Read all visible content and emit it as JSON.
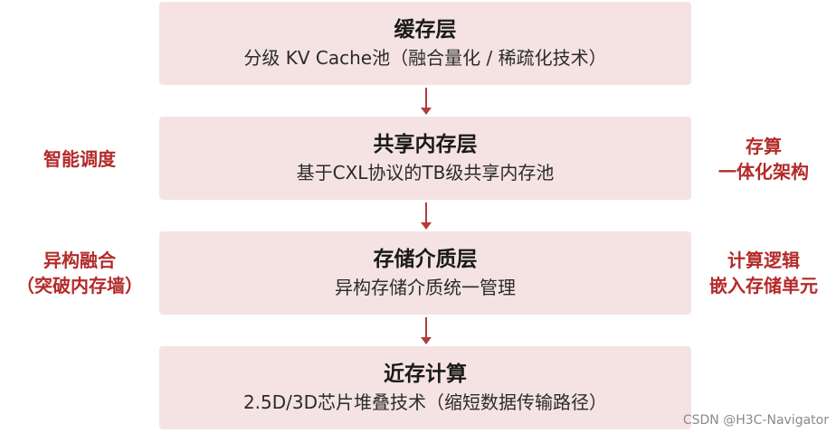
{
  "layers": [
    {
      "title": "缓存层",
      "desc": "分级 KV Cache池（融合量化 / 稀疏化技术）"
    },
    {
      "title": "共享内存层",
      "desc": "基于CXL协议的TB级共享内存池"
    },
    {
      "title": "存储介质层",
      "desc": "异构存储介质统一管理"
    },
    {
      "title": "近存计算",
      "desc": "2.5D/3D芯片堆叠技术（缩短数据传输路径）"
    }
  ],
  "left_labels": [
    {
      "lines": [
        "智能调度"
      ]
    },
    {
      "lines": [
        "异构融合",
        "（突破内存墙）"
      ]
    }
  ],
  "right_labels": [
    {
      "lines": [
        "存算",
        "一体化架构"
      ]
    },
    {
      "lines": [
        "计算逻辑",
        "嵌入存储单元"
      ]
    }
  ],
  "colors": {
    "layer_bg": "#f5e3e3",
    "accent": "#b42a2a",
    "arrow": "#b13c3c"
  },
  "watermark": "CSDN @H3C-Navigator"
}
